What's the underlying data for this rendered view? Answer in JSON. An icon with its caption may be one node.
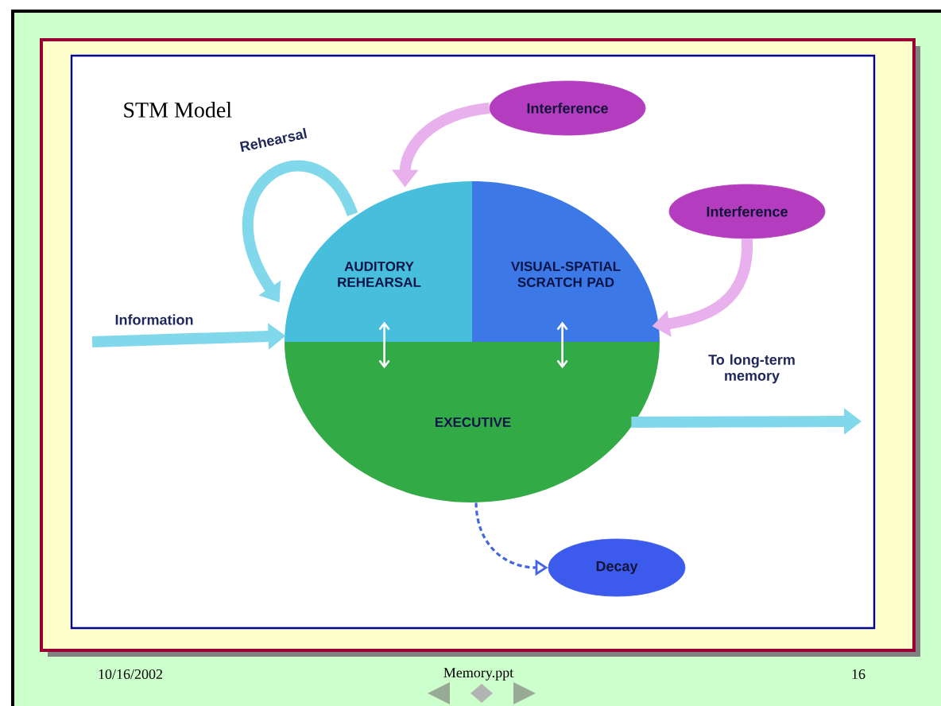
{
  "diagram": {
    "title": "STM Model",
    "nodes": [
      {
        "text": [
          "AUDITORY REHEARSAL"
        ]
      },
      {
        "text": [
          "VISUAL-SPATIAL SCRATCH PAD"
        ]
      },
      {
        "text": [
          "EXECUTIVE"
        ]
      },
      {
        "text": [
          "Interference"
        ]
      },
      {
        "text": [
          "Interference"
        ]
      },
      {
        "text": [
          "Decay"
        ]
      }
    ],
    "edges": [
      {
        "from": null,
        "to": 0,
        "arrow": "to",
        "label": "Information"
      },
      {
        "from": 0,
        "to": 0,
        "arrow": "to",
        "label": "Rehearsal"
      },
      {
        "from": 3,
        "to": 0,
        "arrow": "to",
        "color": "#e8b0ec"
      },
      {
        "from": 4,
        "to": 1,
        "arrow": "to",
        "color": "#e8b0ec"
      },
      {
        "from": 0,
        "to": 2,
        "arrow": "both",
        "color": "#ffffff"
      },
      {
        "from": 1,
        "to": 2,
        "arrow": "both",
        "color": "#ffffff"
      },
      {
        "from": 2,
        "to": null,
        "arrow": "to",
        "label": "To long-term memory"
      },
      {
        "from": 2,
        "to": 5,
        "arrow": "to",
        "style": "dashed",
        "color": "#4466dd"
      }
    ],
    "labels": [
      "10/16/2002",
      "Memory.ppt",
      "16"
    ]
  }
}
